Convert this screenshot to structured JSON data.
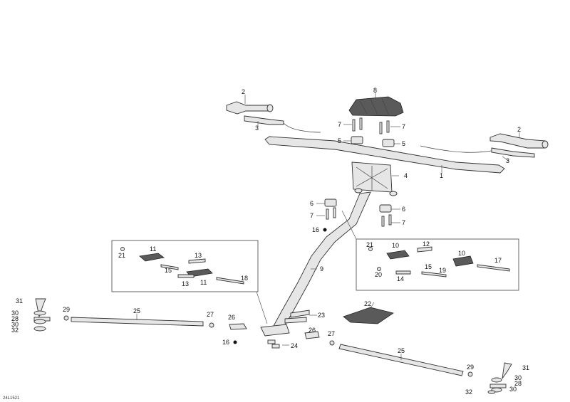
{
  "diagram": {
    "drawing_reference": "24L1521",
    "callouts": {
      "c1": "1",
      "c2a": "2",
      "c2b": "2",
      "c3a": "3",
      "c3b": "3",
      "c4": "4",
      "c5a": "5",
      "c5b": "5",
      "c6a": "6",
      "c6b": "6",
      "c7a": "7",
      "c7b": "7",
      "c7c": "7",
      "c7d": "7",
      "c8": "8",
      "c9": "9",
      "c10a": "10",
      "c10b": "10",
      "c11a": "11",
      "c11b": "11",
      "c12": "12",
      "c13a": "13",
      "c13b": "13",
      "c14": "14",
      "c15a": "15",
      "c15b": "15",
      "c16a": "16",
      "c16b": "16",
      "c17": "17",
      "c18": "18",
      "c19": "19",
      "c20": "20",
      "c21a": "21",
      "c21b": "21",
      "c22": "22",
      "c23": "23",
      "c24": "24",
      "c25a": "25",
      "c25b": "25",
      "c26a": "26",
      "c26b": "26",
      "c27a": "27",
      "c27b": "27",
      "c28a": "28",
      "c28b": "28",
      "c29a": "29",
      "c29b": "29",
      "c30a": "30",
      "c30b": "30",
      "c30c": "30",
      "c30d": "30",
      "c31a": "31",
      "c31b": "31",
      "c32a": "32",
      "c32b": "32"
    }
  }
}
